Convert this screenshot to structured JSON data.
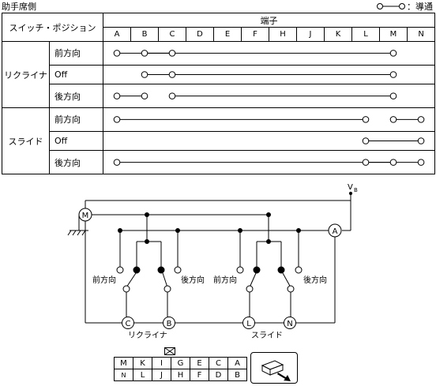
{
  "header": {
    "title": "助手席側",
    "legend_label": "：導通"
  },
  "table": {
    "col_switch_position": "スイッチ・ポジション",
    "col_terminal": "端子",
    "terminals": [
      "A",
      "B",
      "C",
      "D",
      "E",
      "F",
      "H",
      "J",
      "K",
      "L",
      "M",
      "N"
    ],
    "groups": [
      {
        "name": "リクライナ",
        "rows": [
          {
            "position": "前方向",
            "segments": [
              [
                "A",
                "C"
              ],
              [
                "B",
                "M"
              ]
            ]
          },
          {
            "position": "Off",
            "segments": [
              [
                "B",
                "M"
              ]
            ],
            "dots_only": [
              "B",
              "C",
              "M"
            ]
          },
          {
            "position": "後方向",
            "segments": [
              [
                "A",
                "B"
              ],
              [
                "C",
                "M"
              ]
            ]
          }
        ]
      },
      {
        "name": "スライド",
        "rows": [
          {
            "position": "前方向",
            "segments": [
              [
                "A",
                "L"
              ],
              [
                "M",
                "N"
              ]
            ]
          },
          {
            "position": "Off",
            "segments": [
              [
                "L",
                "N"
              ]
            ]
          },
          {
            "position": "後方向",
            "segments": [
              [
                "A",
                "N"
              ],
              [
                "L",
                "M"
              ]
            ]
          }
        ]
      }
    ]
  },
  "wiring": {
    "vb_label": "V",
    "vb_sub": "B",
    "motor_label": "M",
    "terminal_a": "A",
    "terminal_c": "C",
    "terminal_b": "B",
    "terminal_l": "L",
    "terminal_n": "N",
    "forward_label": "前方向",
    "backward_label": "後方向",
    "group_recliner": "リクライナ",
    "group_slide": "スライド"
  },
  "connector": {
    "row1": [
      "M",
      "K",
      "I",
      "G",
      "E",
      "C",
      "A"
    ],
    "row2": [
      "N",
      "L",
      "J",
      "H",
      "F",
      "D",
      "B"
    ]
  }
}
